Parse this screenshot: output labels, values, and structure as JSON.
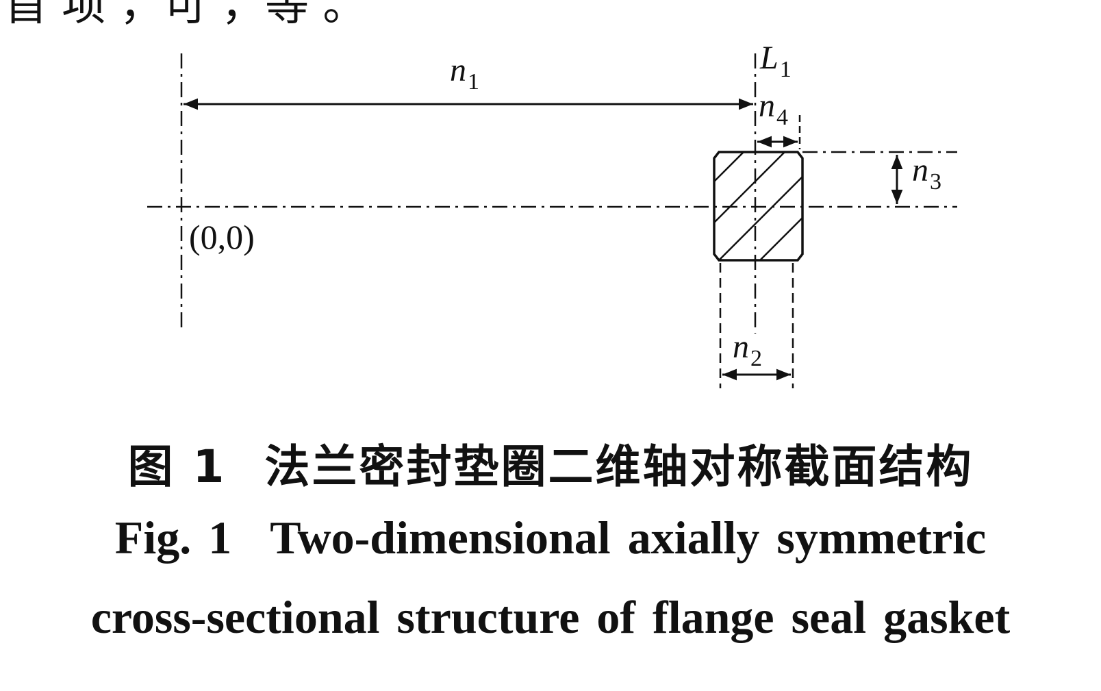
{
  "top_fragment": "首 项 ，可 ，等 。",
  "labels": {
    "n1": {
      "base": "n",
      "sub": "1"
    },
    "n2": {
      "base": "n",
      "sub": "2"
    },
    "n3": {
      "base": "n",
      "sub": "3"
    },
    "n4": {
      "base": "n",
      "sub": "4"
    },
    "L1": {
      "base": "L",
      "sub": "1"
    },
    "origin": "(0,0)"
  },
  "caption": {
    "cn_number": "图 1",
    "cn_title": "法兰密封垫圈二维轴对称截面结构",
    "en_number": "Fig. 1",
    "en_title_line1": "Two-dimensional axially symmetric",
    "en_title_line2": "cross-sectional structure of flange seal gasket"
  },
  "colors": {
    "ink": "#111111",
    "background": "#ffffff"
  }
}
